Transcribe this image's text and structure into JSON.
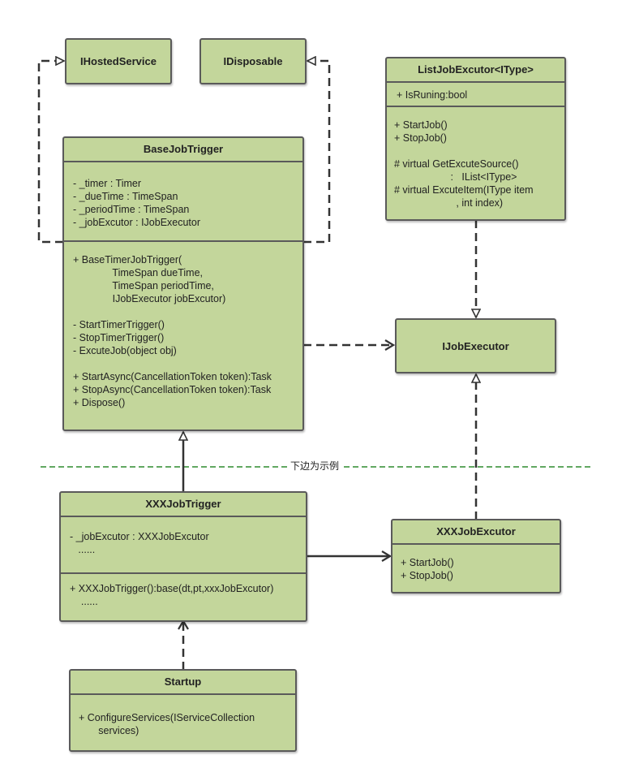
{
  "classes": {
    "ihostedservice": {
      "title": "IHostedService"
    },
    "idisposable": {
      "title": "IDisposable"
    },
    "listjobexcutor": {
      "title": "ListJobExcutor<IType>",
      "attrs": [
        "+ IsRuning:bool"
      ],
      "methods": [
        "+ StartJob()",
        "+ StopJob()",
        "",
        "# virtual GetExcuteSource()",
        "                    :   IList<IType>",
        "# virtual ExcuteItem(IType item",
        "                      , int index)"
      ]
    },
    "basejobtrigger": {
      "title": "BaseJobTrigger",
      "attrs": [
        "- _timer : Timer",
        "- _dueTime : TimeSpan",
        "- _periodTime : TimeSpan",
        "- _jobExcutor : IJobExecutor"
      ],
      "methods": [
        "+ BaseTimerJobTrigger(",
        "              TimeSpan dueTime,",
        "              TimeSpan periodTime,",
        "              IJobExecutor jobExcutor)",
        "",
        "- StartTimerTrigger()",
        "- StopTimerTrigger()",
        "- ExcuteJob(object obj)",
        "",
        "+ StartAsync(CancellationToken token):Task",
        "+ StopAsync(CancellationToken token):Task",
        "+ Dispose()"
      ]
    },
    "ijobexecutor": {
      "title": "IJobExecutor"
    },
    "xxxjobtrigger": {
      "title": "XXXJobTrigger",
      "attrs": [
        "- _jobExcutor : XXXJobExcutor",
        "   ......"
      ],
      "methods": [
        "+ XXXJobTrigger():base(dt,pt,xxxJobExcutor)",
        "    ......"
      ]
    },
    "xxxjobexcutor": {
      "title": "XXXJobExcutor",
      "methods": [
        "+ StartJob()",
        "+ StopJob()"
      ]
    },
    "startup": {
      "title": "Startup",
      "methods": [
        "+ ConfigureServices(IServiceCollection",
        "       services)"
      ]
    }
  },
  "separator_label": "下边为示例",
  "colors": {
    "box_fill": "#c3d69b",
    "box_border": "#5a5a5a",
    "line": "#333333",
    "separator": "#2e8b2e"
  }
}
